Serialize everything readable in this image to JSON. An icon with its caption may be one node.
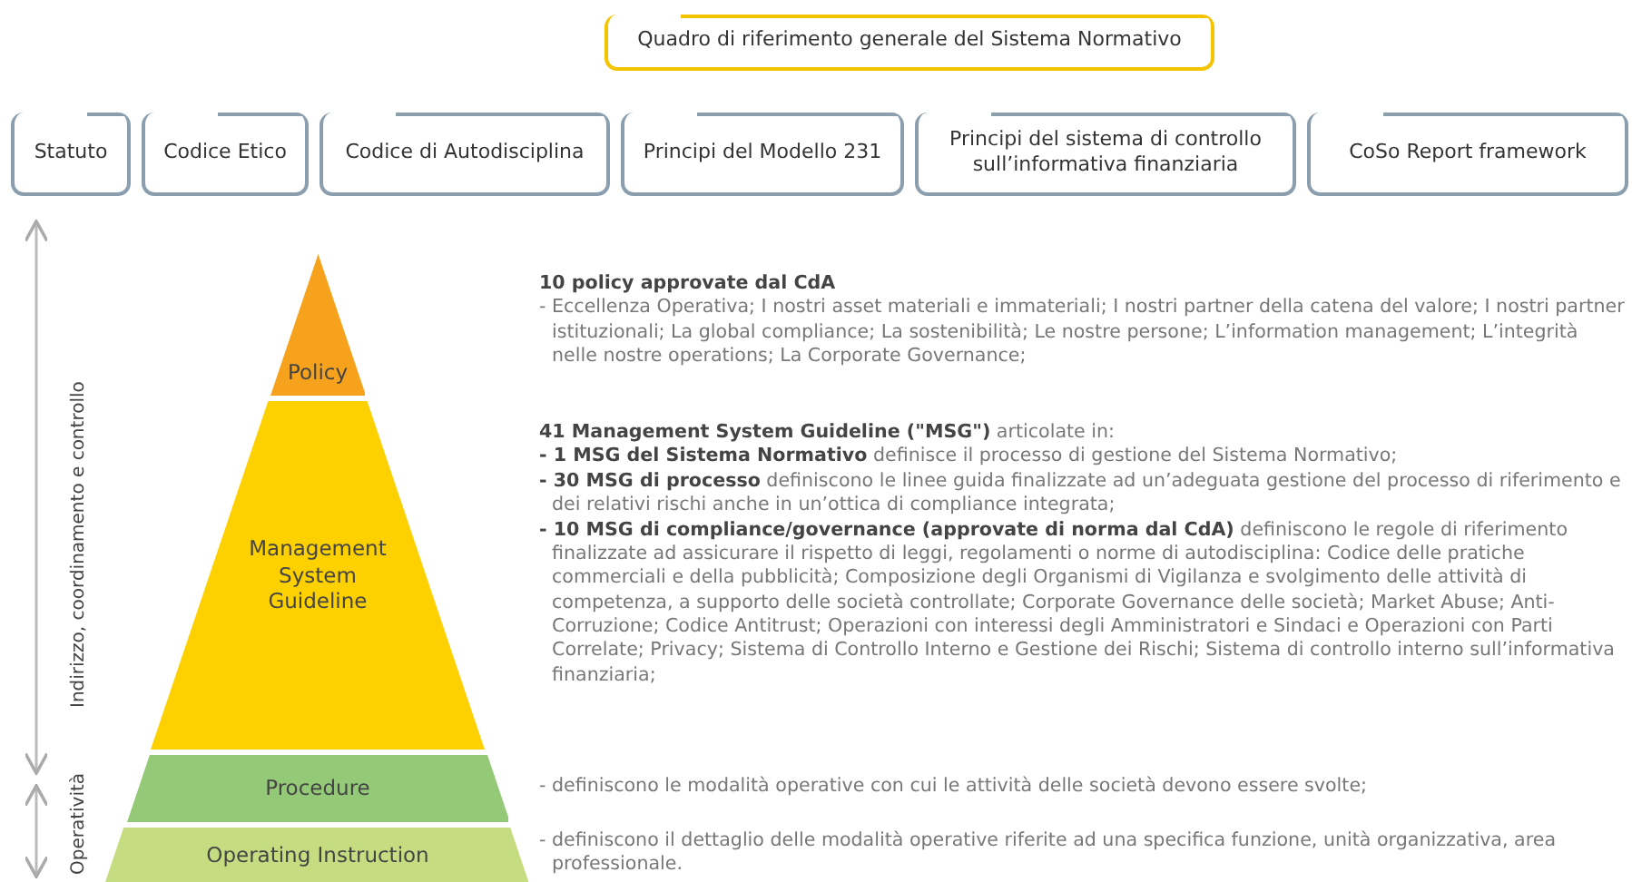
{
  "diagram": {
    "nodes": [
      {
        "text": [
          "Quadro di riferimento generale del Sistema Normativo"
        ]
      },
      {
        "text": [
          "Statuto"
        ]
      },
      {
        "text": [
          "Codice Etico"
        ]
      },
      {
        "text": [
          "Codice di Autodisciplina"
        ]
      },
      {
        "text": [
          "Principi del Modello 231"
        ]
      },
      {
        "text": [
          "Principi del sistema di controllo sull’informativa finanziaria"
        ]
      },
      {
        "text": [
          "CoSo Report framework"
        ]
      },
      {
        "text": [
          "Policy"
        ],
        "beside": [
          "10 policy approvate dal CdA",
          "- Eccellenza Operativa; I nostri asset materiali e immateriali; I nostri partner della catena del valore; I nostri partner istituzionali; La global compliance; La sostenibilità; Le nostre persone; L’information management; L’integrità nelle nostre operations; La Corporate Governance;"
        ]
      },
      {
        "text": [
          "Management System Guideline"
        ],
        "beside": [
          "**41 Management System Guideline (\"MSG\")** articolate in:",
          "**- 1 MSG del Sistema Normativo** definisce il processo di gestione del Sistema Normativo;",
          "**- 30 MSG di processo** definiscono le linee guida finalizzate ad un’adeguata gestione del processo di riferimento e dei relativi rischi anche in un’ottica di compliance integrata;",
          "**- 10 MSG di compliance/governance (approvate di norma dal CdA)** definiscono le regole di riferimento finalizzate ad assicurare il rispetto di leggi, regolamenti o norme di autodisciplina: Codice delle pratiche commerciali e della pubblicità; Composizione degli Organismi di Vigilanza e svolgimento delle attività di competenza, a supporto delle società controllate; Corporate Governance delle società; Market Abuse; Anti-Corruzione; Codice Antitrust; Operazioni con interessi degli Amministratori e Sindaci e Operazioni con Parti Correlate; Privacy; Sistema di Controllo Interno e Gestione dei Rischi; Sistema di controllo interno sull’informativa finanziaria;"
        ]
      },
      {
        "text": [
          "Procedure"
        ],
        "beside": [
          "- definiscono le modalità operative con cui le attività delle società devono essere svolte;"
        ]
      },
      {
        "text": [
          "Operating Instruction"
        ],
        "beside": [
          "- definiscono il dettaglio delle modalità operative riferite ad una specifica funzione, unità organizzativa, area professionale."
        ]
      }
    ],
    "labels": [
      "Indirizzo, coordinamento e controllo",
      "Operatività"
    ]
  }
}
